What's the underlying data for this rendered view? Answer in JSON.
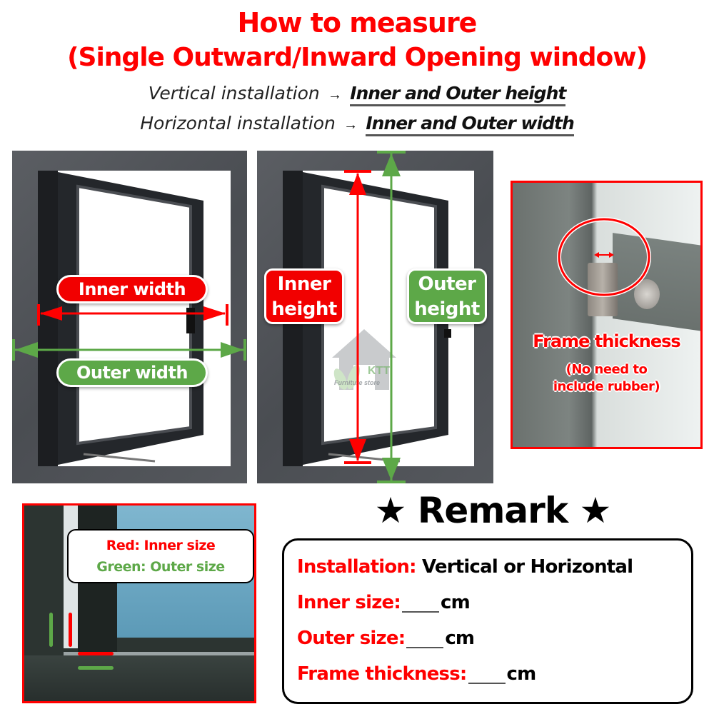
{
  "header": {
    "title_line1": "How to measure",
    "title_line2": "(Single Outward/Inward Opening window)",
    "rules": [
      {
        "lead": "Vertical installation",
        "arrow": "→",
        "emphasis": "Inner and Outer height"
      },
      {
        "lead": "Horizontal installation",
        "arrow": "→",
        "emphasis": "Inner and Outer width"
      }
    ]
  },
  "width_diagram": {
    "inner_label": "Inner width",
    "outer_label": "Outer width"
  },
  "height_diagram": {
    "inner_label_line1": "Inner",
    "inner_label_line2": "height",
    "outer_label_line1": "Outer",
    "outer_label_line2": "height",
    "watermark_brand": "KTT",
    "watermark_sub": "Furniture store"
  },
  "frame_detail": {
    "title": "Frame thickness",
    "note_line1": "(No need to",
    "note_line2": "include rubber)"
  },
  "legend": {
    "red_text": "Red: Inner size",
    "green_text": "Green: Outer size"
  },
  "remark": {
    "title": "Remark",
    "star": "★",
    "rows": [
      {
        "key": "Installation:",
        "value": "Vertical or Horizontal",
        "unit": ""
      },
      {
        "key": "Inner size:",
        "value": "",
        "unit": "cm"
      },
      {
        "key": "Outer size:",
        "value": "",
        "unit": "cm"
      },
      {
        "key": "Frame thickness:",
        "value": "",
        "unit": "cm"
      }
    ]
  },
  "colors": {
    "inner": "#ff0000",
    "outer": "#5da848",
    "frame": "#4e5156"
  }
}
